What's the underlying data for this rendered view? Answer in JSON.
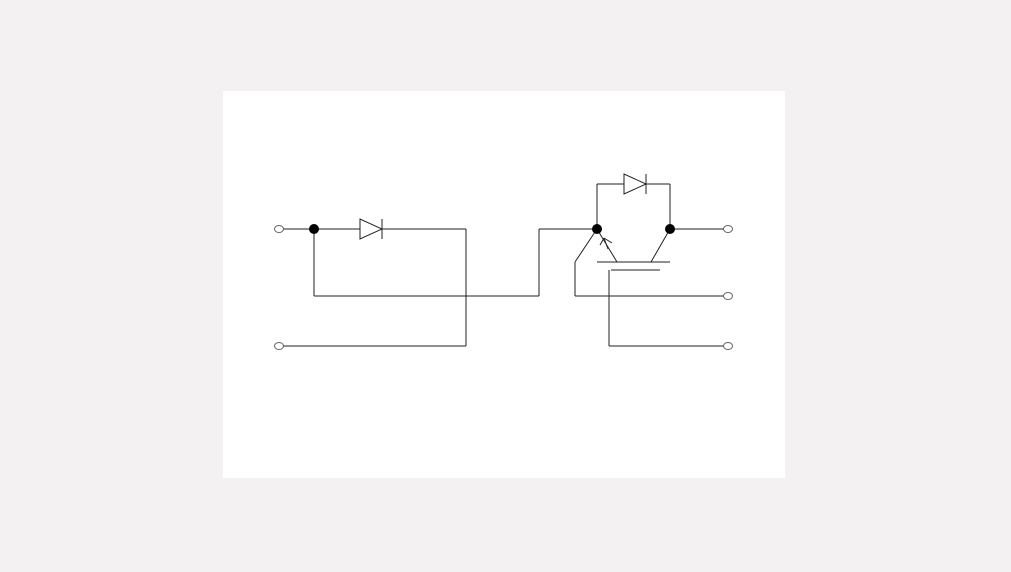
{
  "figure": {
    "type": "circuit-schematic",
    "components": {
      "terminals": 5,
      "diodes": 2,
      "igbt": 1,
      "junction_nodes": 3
    }
  },
  "colors": {
    "page_background": "#f3f1f1",
    "panel_background": "#ffffff",
    "line": "#222222",
    "terminal_outline": "#666666",
    "node_fill": "#000000"
  }
}
